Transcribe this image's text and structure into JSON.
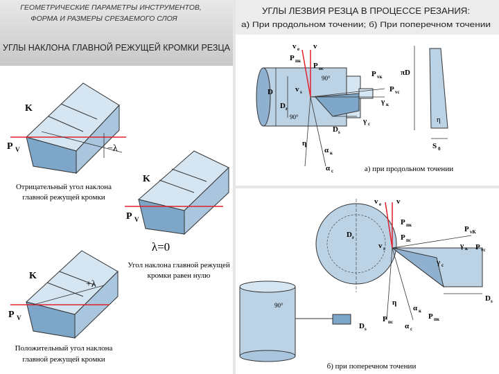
{
  "left": {
    "header_line1": "ГЕОМЕТРИЧЕСКИЕ ПАРАМЕТРЫ ИНСТРУМЕНТОВ,",
    "header_line2": "ФОРМА И РАЗМЕРЫ СРЕЗАЕМОГО СЛОЯ",
    "title": "УГЛЫ НАКЛОНА ГЛАВНОЙ РЕЖУЩЕЙ КРОМКИ РЕЗЦА",
    "fig1": {
      "label_k": "K",
      "label_pv": "P",
      "label_pv_sub": "V",
      "angle": "−λ",
      "caption1": "Отрицательный угол наклона",
      "caption2": "главной режущей кромки"
    },
    "fig2": {
      "label_k": "K",
      "label_pv": "P",
      "label_pv_sub": "V",
      "angle": "λ=0",
      "caption1": "Угол наклона главной режущей",
      "caption2": "кромки равен нулю"
    },
    "fig3": {
      "label_k": "K",
      "label_pv": "P",
      "label_pv_sub": "V",
      "angle": "+λ",
      "caption1": "Положительный угол наклона",
      "caption2": "главной режущей кромки"
    }
  },
  "right_top": {
    "title": "УГЛЫ ЛЕЗВИЯ РЕЗЦА В ПРОЦЕССЕ РЕЗАНИЯ:",
    "subtitle": "а) При продольном точении; б) При поперечном точении",
    "labels": {
      "ve": "v",
      "ve_sub": "e",
      "v": "v",
      "ppk": "P",
      "ppk_sub": "пк",
      "ppc": "P",
      "ppc_sub": "пс",
      "pvk": "P",
      "pvk_sub": "vк",
      "pvc": "P",
      "pvc_sub": "vс",
      "D": "D",
      "vs": "v",
      "vs_sub": "s",
      "Dr": "D",
      "Dr_sub": "r",
      "deg90a": "90°",
      "deg90b": "90°",
      "eta": "η",
      "gamma_k": "γ",
      "gamma_k_sub": "к",
      "gamma_c": "γ",
      "gamma_c_sub": "с",
      "Ds": "D",
      "Ds_sub": "s",
      "alpha_k": "α",
      "alpha_k_sub": "к",
      "alpha_c": "α",
      "alpha_c_sub": "с",
      "piD": "πD",
      "eta2": "η",
      "S0": "S",
      "S0_sub": "0"
    },
    "caption": "а) при продольном точении"
  },
  "right_bottom": {
    "labels": {
      "ve": "v",
      "ve_sub": "e",
      "v": "v",
      "ppk": "P",
      "ppk_sub": "пк",
      "ppc": "P",
      "ppc_sub": "пс",
      "pvk": "P",
      "pvk_sub": "vK",
      "pvc": "P",
      "pvc_sub": "vc",
      "Dr": "D",
      "Dr_sub": "r",
      "vs": "v",
      "vs_sub": "s",
      "gamma_k": "γ",
      "gamma_k_sub": "к",
      "gamma_c": "γ",
      "gamma_c_sub": "c",
      "Ds": "D",
      "Ds_sub": "s",
      "eta": "η",
      "alpha_k": "α",
      "alpha_k_sub": "к",
      "alpha_c": "α",
      "alpha_c_sub": "с",
      "ppc2": "P",
      "ppc2_sub": "пс",
      "ppk2": "P",
      "ppk2_sub": "пк",
      "deg90": "90°",
      "Ds2": "D",
      "Ds2_sub": "s"
    },
    "caption": "б) при поперечном точении"
  },
  "colors": {
    "tool": "#bcd3e6",
    "tool_dark": "#8fb1cf",
    "red": "#e0202a",
    "blue_bg": "#eaf2f9",
    "line": "#1a1a1a"
  }
}
